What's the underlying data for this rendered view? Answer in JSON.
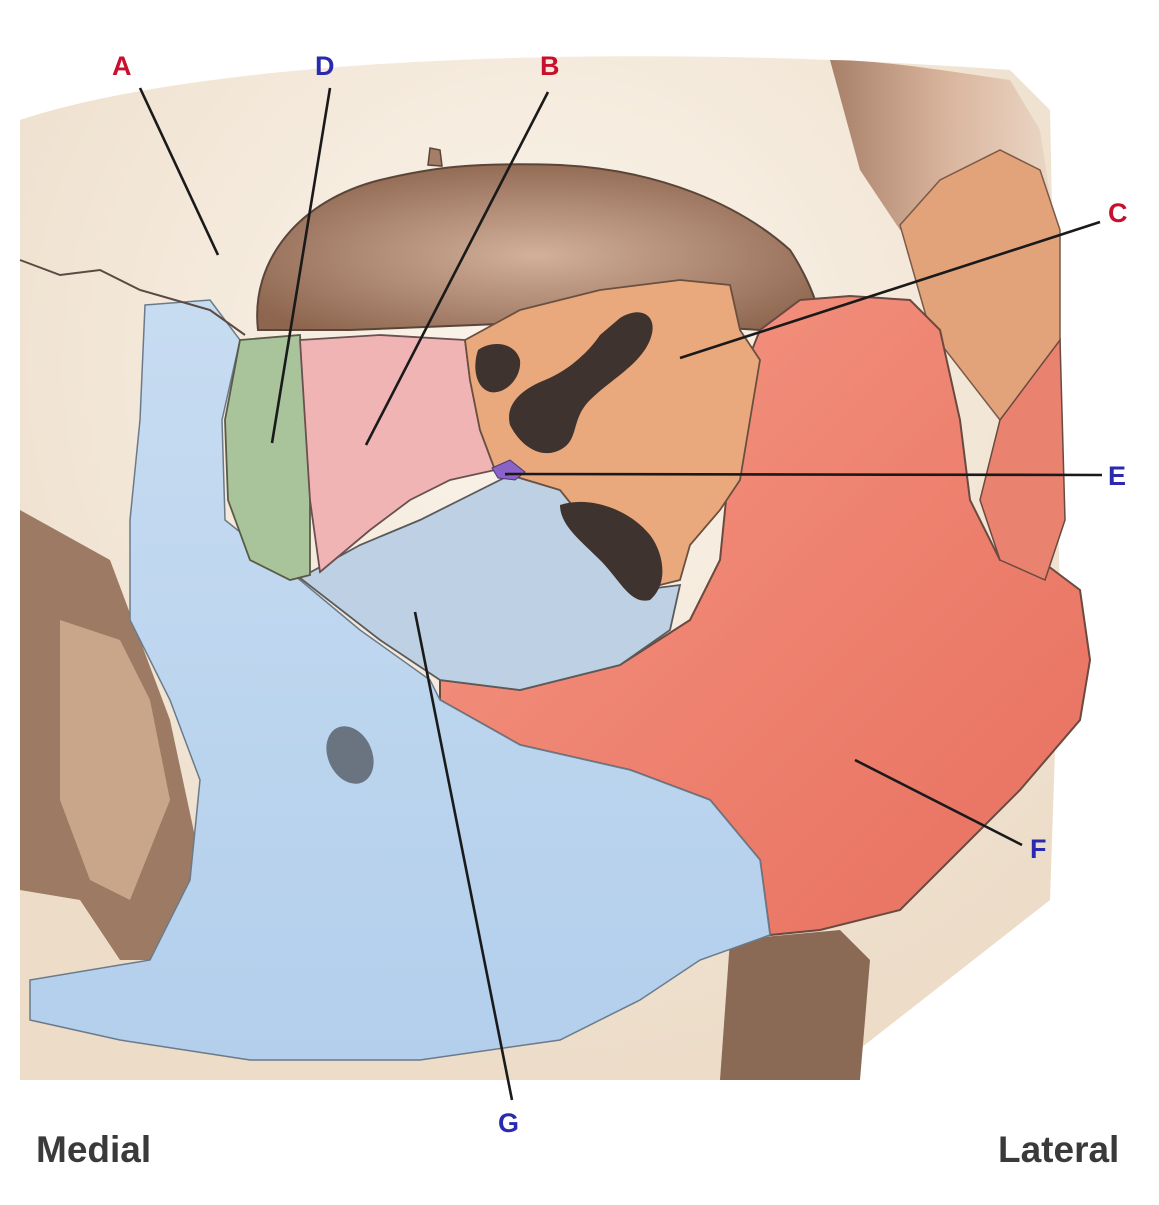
{
  "labels": {
    "A": "A",
    "B": "B",
    "C": "C",
    "D": "D",
    "E": "E",
    "F": "F",
    "G": "G"
  },
  "orientation": {
    "left": "Medial",
    "right": "Lateral"
  },
  "colors": {
    "label_red": "#c8102e",
    "label_blue": "#2a2ab0",
    "frontal_bone": "#f5ecdf",
    "orbital_roof": "#b58a72",
    "sphenoid": "#eaa97c",
    "ethmoid": "#f1b4b4",
    "lacrimal": "#a9c49a",
    "palatine": "#8a62c8",
    "zygomatic": "#ee8270",
    "maxilla": "#bcd6ee",
    "fissure": "#3e332e",
    "background_brown": "#9c7a64"
  }
}
